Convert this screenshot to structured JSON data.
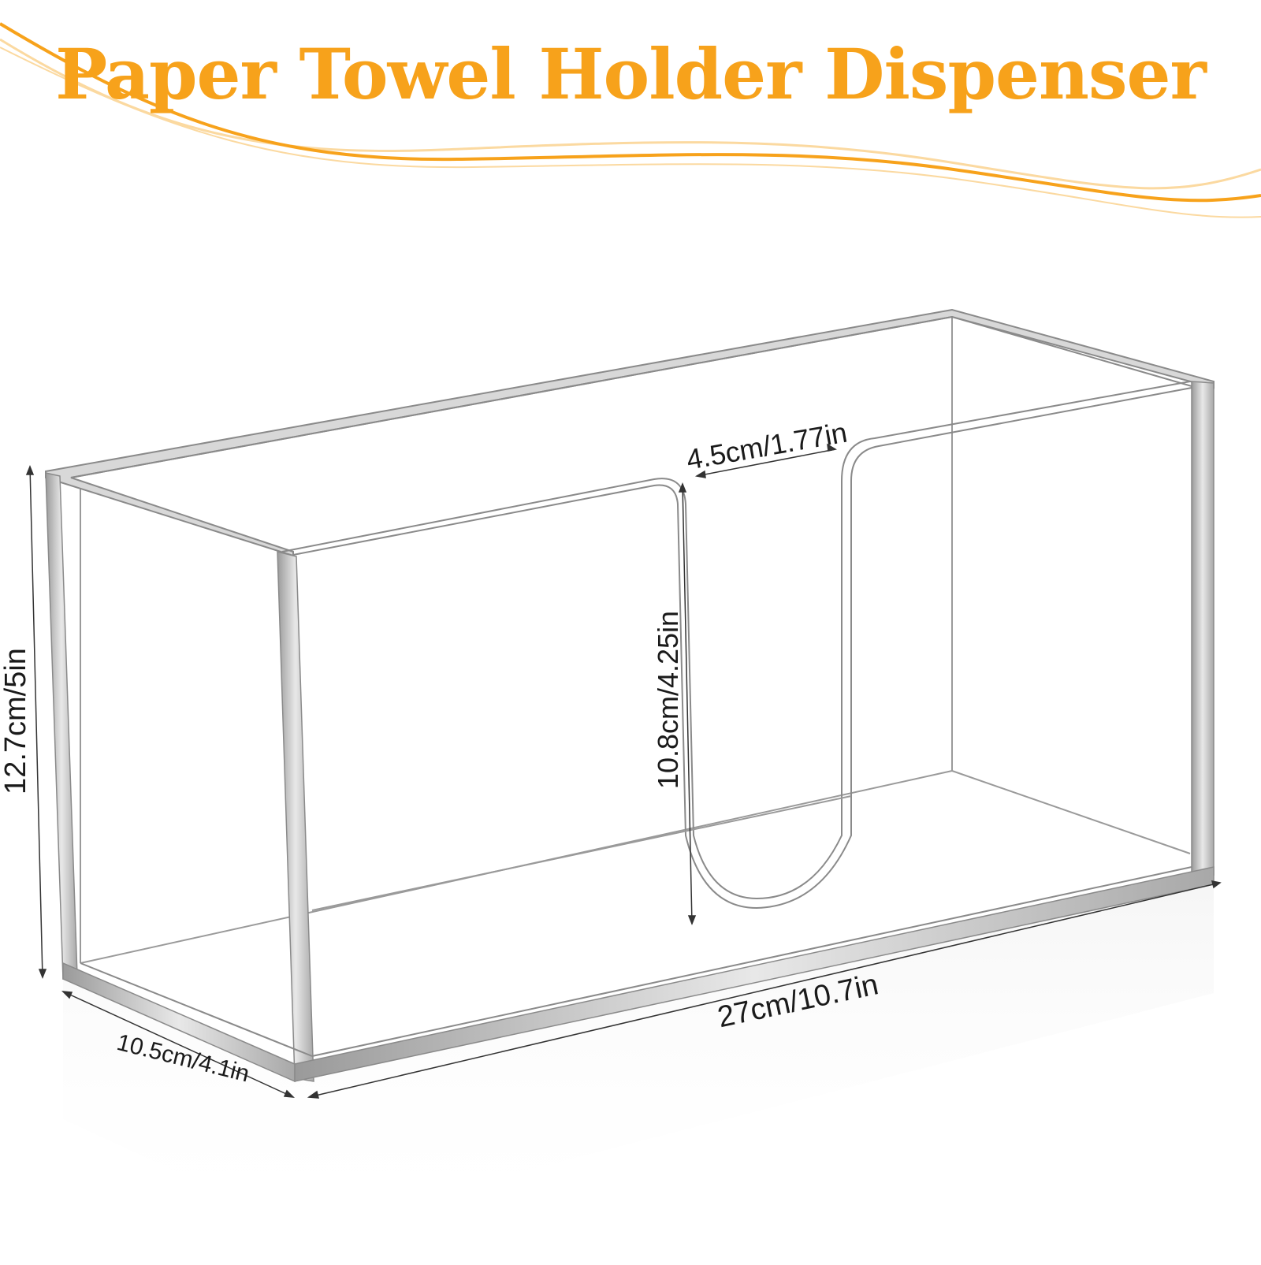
{
  "title": "Paper Towel Holder Dispenser",
  "colors": {
    "accent": "#f7a21b",
    "accent_light": "#fbd9a0",
    "outline": "#8a8a8a",
    "edge": "#b5b5b5",
    "text": "#1a1a1a"
  },
  "dimensions": {
    "height": "12.7cm/5in",
    "slot_height": "10.8cm/4.25in",
    "slot_width": "4.5cm/1.77in",
    "length": "27cm/10.7in",
    "depth": "10.5cm/4.1in"
  }
}
